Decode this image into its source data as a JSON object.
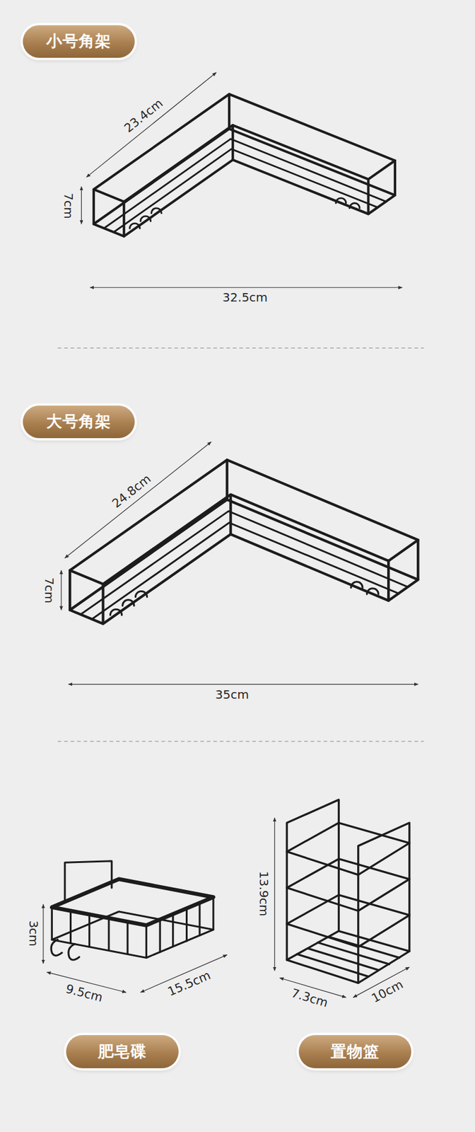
{
  "diagram": {
    "nodes": [
      {
        "text": [
          "小号角架"
        ]
      },
      {
        "text": [
          "大号角架"
        ]
      },
      {
        "text": [
          "肥皂碟"
        ]
      },
      {
        "text": [
          "置物篮"
        ]
      }
    ],
    "labels": [
      "23.4cm",
      "7cm",
      "32.5cm",
      "24.8cm",
      "7cm",
      "35cm",
      "3cm",
      "9.5cm",
      "15.5cm",
      "13.9cm",
      "7.3cm",
      "10cm"
    ]
  }
}
